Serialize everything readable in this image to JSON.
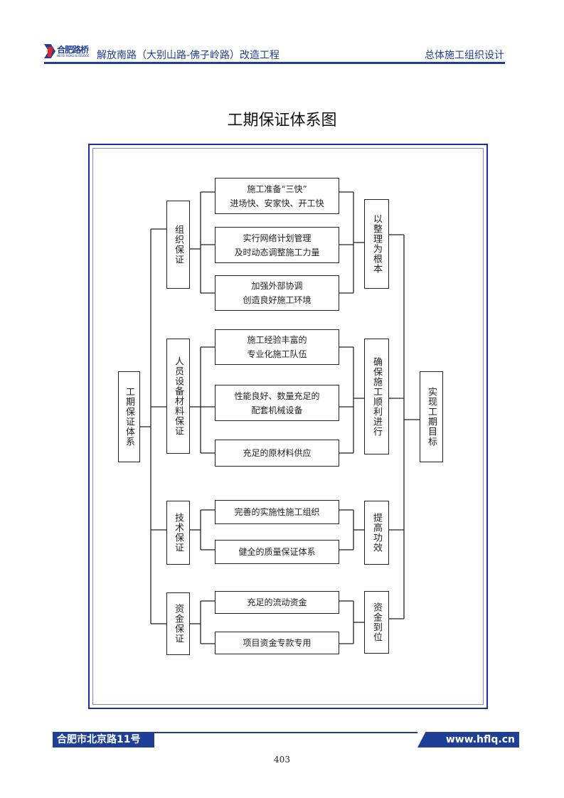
{
  "header": {
    "logo_name": "合肥路桥",
    "logo_sub": "HEFEI ROAD & BRIDGE",
    "project_title": "解放南路（大别山路-佛子岭路）改造工程",
    "section_title": "总体施工组织设计",
    "accent_color": "#1f3f96"
  },
  "diagram": {
    "title": "工期保证体系图",
    "root": "工期保证体系",
    "goal": "实现工期目标",
    "groups": [
      {
        "label": "组织保证",
        "items": [
          "施工准备“三快”\n进场快、安家快、开工快",
          "实行网络计划管理\n及时动态调整施工力量",
          "加强外部协调\n创造良好施工环境"
        ],
        "result": "以整理为根本"
      },
      {
        "label": "人员设备材料保证",
        "items": [
          "施工经验丰富的\n专业化施工队伍",
          "性能良好、数量充足的\n配套机械设备",
          "充足的原材料供应"
        ],
        "result": "确保施工顺利进行"
      },
      {
        "label": "技术保证",
        "items": [
          "完善的实施性施工组织",
          "健全的质量保证体系"
        ],
        "result": "提高功效"
      },
      {
        "label": "资金保证",
        "items": [
          "充足的流动资金",
          "项目资金专款专用"
        ],
        "result": "资金到位"
      }
    ]
  },
  "footer": {
    "address": "合肥市北京路11号",
    "website": "www.hflq.cn",
    "page_number": "403"
  }
}
